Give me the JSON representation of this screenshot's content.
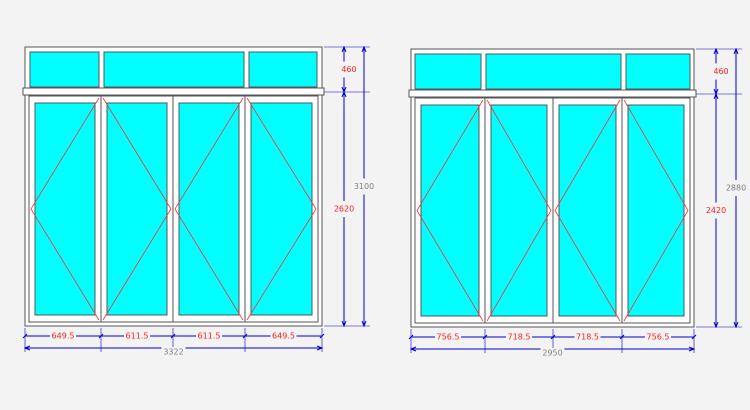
{
  "colors": {
    "background": "#f3f3f3",
    "frame": "#ffffff",
    "frame_stroke": "#555555",
    "glass": "#00ffff",
    "opening_lines": "#ff3030",
    "dimension_lines": "#0000cc",
    "dimension_text": "#808080",
    "red_dimension_text": "#ff2020"
  },
  "doors": [
    {
      "id": "left",
      "overall_width": "3322",
      "overall_height": "3100",
      "transom_height": "460",
      "door_height": "2620",
      "panel_widths": [
        "649.5",
        "611.5",
        "611.5",
        "649.5"
      ],
      "transom_lites": 3
    },
    {
      "id": "right",
      "overall_width": "2950",
      "overall_height": "2880",
      "transom_height": "460",
      "door_height": "2420",
      "panel_widths": [
        "756.5",
        "718.5",
        "718.5",
        "756.5"
      ],
      "transom_lites": 3
    }
  ]
}
